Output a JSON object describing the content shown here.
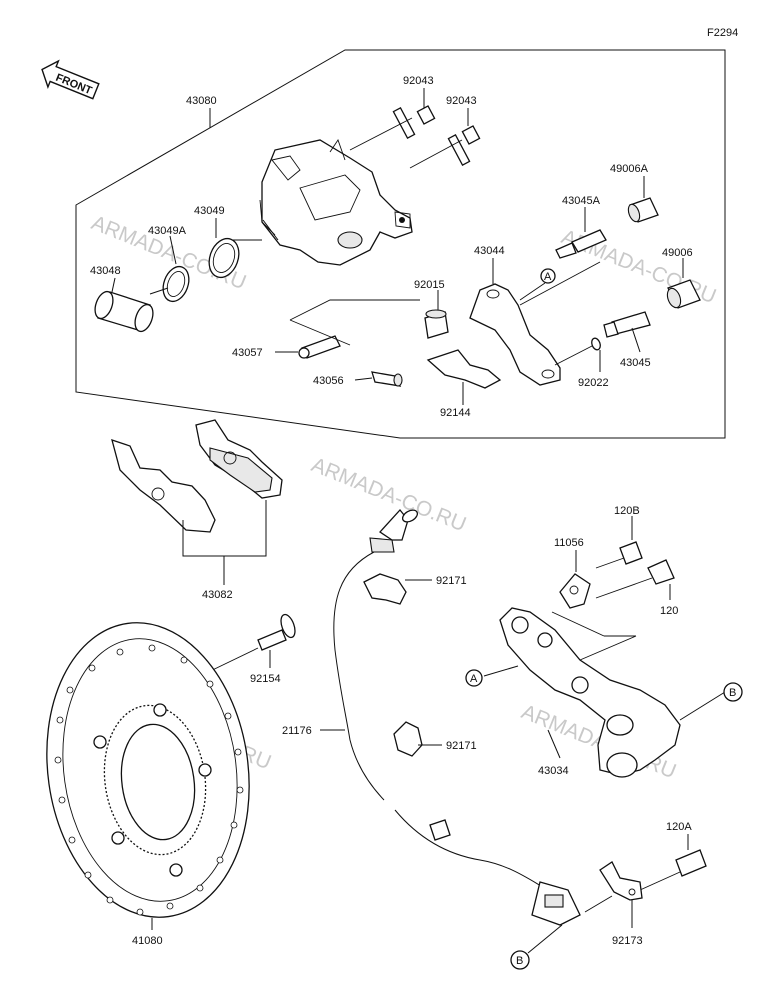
{
  "figure_code": "F2294",
  "front_label": "FRONT",
  "watermark": "ARMADA-CO.RU",
  "callout_a": "A",
  "callout_b": "B",
  "parts": {
    "caliper_assy": "43080",
    "bolt_1": "92043",
    "bolt_2": "92043",
    "cap_a": "49006A",
    "seal_43049": "43049",
    "seal_43049a": "43049A",
    "piston": "43048",
    "bleeder_a": "43045A",
    "bracket_43044": "43044",
    "pin_boot": "49006",
    "sleeve": "92015",
    "bleeder_cap": "43057",
    "bleeder_valve": "43056",
    "slide_pin": "43045",
    "washer": "92022",
    "spring": "92144",
    "pads": "43082",
    "bolt_120b": "120B",
    "bracket_11056": "11056",
    "clamp_1": "92171",
    "bolt_120": "120",
    "bolt_92154": "92154",
    "sensor_21176": "21176",
    "clamp_2": "92171",
    "holder_43034": "43034",
    "bolt_120a": "120A",
    "disc_41080": "41080",
    "plate_92173": "92173"
  }
}
